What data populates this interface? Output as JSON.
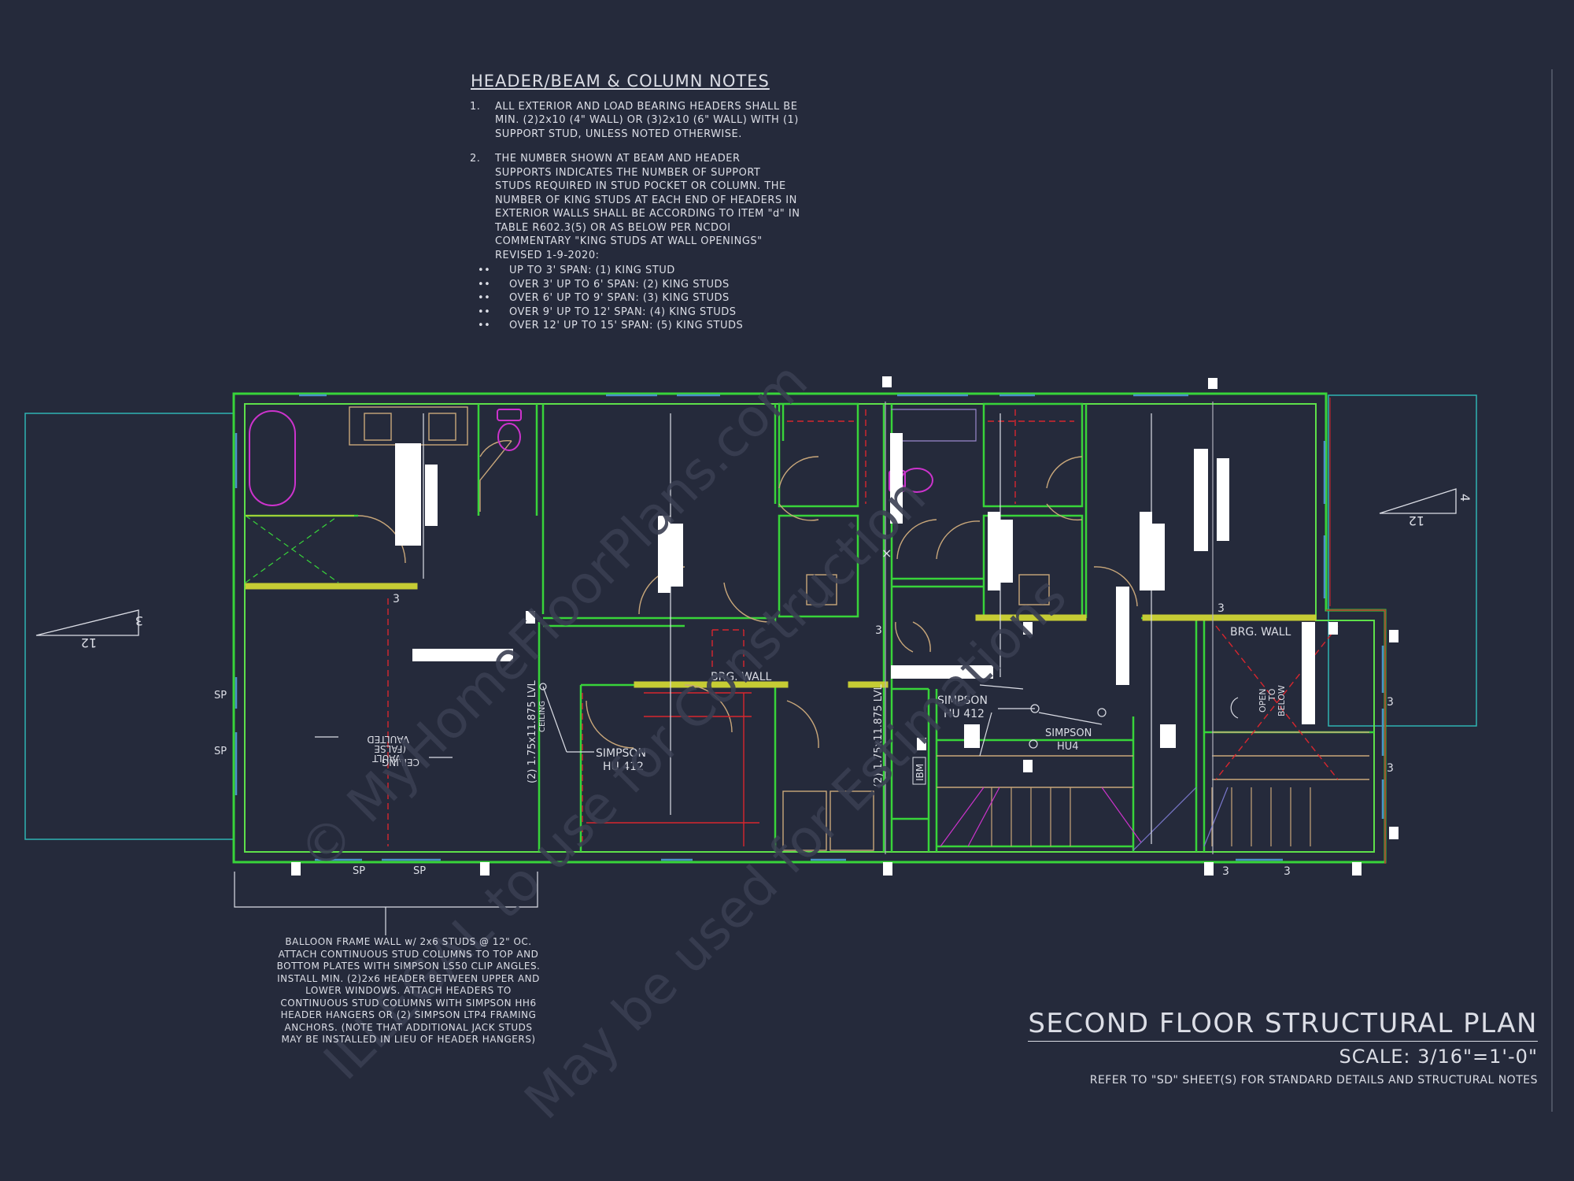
{
  "notes": {
    "title": "HEADER/BEAM & COLUMN NOTES",
    "item1_num": "1.",
    "item1_text": "ALL EXTERIOR AND LOAD BEARING HEADERS SHALL BE MIN. (2)2x10 (4\" WALL) OR (3)2x10 (6\" WALL) WITH (1) SUPPORT STUD, UNLESS NOTED OTHERWISE.",
    "item2_num": "2.",
    "item2_text": "THE NUMBER SHOWN AT BEAM AND HEADER SUPPORTS INDICATES THE NUMBER OF SUPPORT STUDS REQUIRED IN STUD POCKET OR COLUMN. THE NUMBER OF KING STUDS AT EACH END OF HEADERS IN EXTERIOR WALLS SHALL BE ACCORDING TO ITEM \"d\" IN TABLE R602.3(5) OR AS BELOW PER NCDOI COMMENTARY \"KING STUDS AT WALL OPENINGS\" REVISED 1-9-2020:",
    "bullet_glyph": "••",
    "bullets": [
      "UP TO 3' SPAN: (1) KING STUD",
      "OVER 3' UP TO 6' SPAN: (2) KING STUDS",
      "OVER 6' UP TO 9' SPAN: (3) KING STUDS",
      "OVER 9' UP TO 12' SPAN: (4) KING STUDS",
      "OVER 12' UP TO 15' SPAN: (5) KING STUDS"
    ]
  },
  "balloon_note": "BALLOON FRAME WALL w/ 2x6 STUDS @ 12\" OC. ATTACH CONTINUOUS STUD COLUMNS TO TOP AND BOTTOM PLATES WITH SIMPSON LS50 CLIP ANGLES. INSTALL MIN. (2)2x6 HEADER BETWEEN UPPER AND LOWER WINDOWS. ATTACH HEADERS TO CONTINUOUS STUD COLUMNS WITH SIMPSON HH6 HEADER HANGERS OR (2) SIMPSON LTP4 FRAMING ANCHORS. (NOTE THAT ADDITIONAL JACK STUDS MAY BE INSTALLED IN LIEU OF HEADER HANGERS)",
  "title_block": {
    "title": "SECOND FLOOR STRUCTURAL PLAN",
    "scale": "SCALE: 3/16\"=1'-0\"",
    "reference": "REFER TO \"SD\" SHEET(S) FOR STANDARD DETAILS AND STRUCTURAL NOTES"
  },
  "plan_labels": {
    "brg_wall": "BRG. WALL",
    "simpson": "SIMPSON",
    "hu412": "HU 412",
    "huh": "HU4",
    "lvl_left": "(2) 1.75x11.875 LVL",
    "lvl_mid": "(2) 1.75x11.875 LVL",
    "ceiling": "CEILING",
    "vaulted_1": "VAULTED",
    "vaulted_2": "(FALSE",
    "vaulted_3": "VAULT",
    "vaulted_4": "CEILING",
    "sp": "SP",
    "three": "3",
    "ibm": "IBM",
    "open_1": "OPEN",
    "open_2": "TO",
    "open_3": "BELOW",
    "slope_rise_left": "3",
    "slope_run_left": "12",
    "slope_rise_right": "4",
    "slope_run_right": "12",
    "x_mark": "×"
  },
  "watermark": {
    "line1": "© MyHomeFloorPlans.com",
    "line2": "ILLEGAL to use for Construction",
    "line3": "May be used for Estimations"
  },
  "colors": {
    "background": "#252a3b",
    "wall_green": "#38d43a",
    "inner_green": "#5ee04a",
    "tan": "#c9a77a",
    "red_dashed": "#d8262e",
    "magenta": "#cc33cc",
    "cyan": "#2fb3b3",
    "text": "#dcdee6"
  }
}
